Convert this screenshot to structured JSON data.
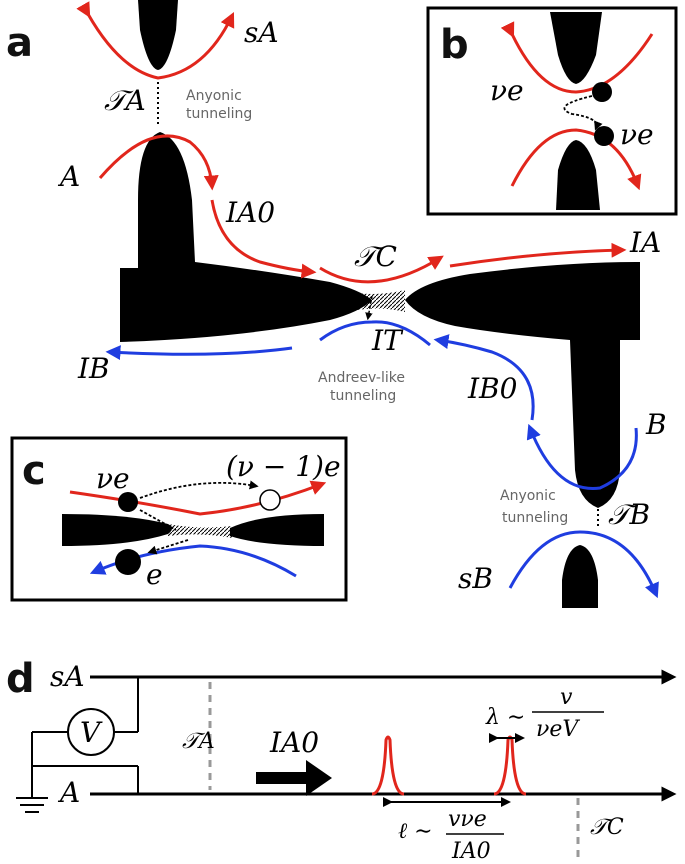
{
  "panels": {
    "a": "a",
    "b": "b",
    "c": "c",
    "d": "d"
  },
  "labels": {
    "sA": "sA",
    "TA": "𝒯A",
    "A": "A",
    "IA0": "IA0",
    "TC": "𝒯C",
    "IA": "IA",
    "IB": "IB",
    "IT": "IT",
    "IB0": "IB0",
    "B": "B",
    "TB": "𝒯B",
    "sB": "sB",
    "nue": "νe",
    "nu_minus_1_e": "(ν − 1)e",
    "e": "e"
  },
  "notes": {
    "anyonic_A_1": "Anyonic",
    "anyonic_A_2": "tunneling",
    "andreev_1": "Andreev-like",
    "andreev_2": "tunneling",
    "anyonic_B_1": "Anyonic",
    "anyonic_B_2": "tunneling"
  },
  "panel_d": {
    "sA": "sA",
    "A": "A",
    "V": "V",
    "TA": "𝒯A",
    "IA0": "IA0",
    "TC": "𝒯C",
    "lambda": "λ ∼",
    "lambda_num": "v",
    "lambda_den": "νeV",
    "ell": "ℓ ∼",
    "ell_num": "vνe",
    "ell_den": "IA0"
  },
  "colors": {
    "electron_edge_red": "#e1261c",
    "hole_edge_blue": "#1f3de0",
    "gate": "#000000"
  }
}
